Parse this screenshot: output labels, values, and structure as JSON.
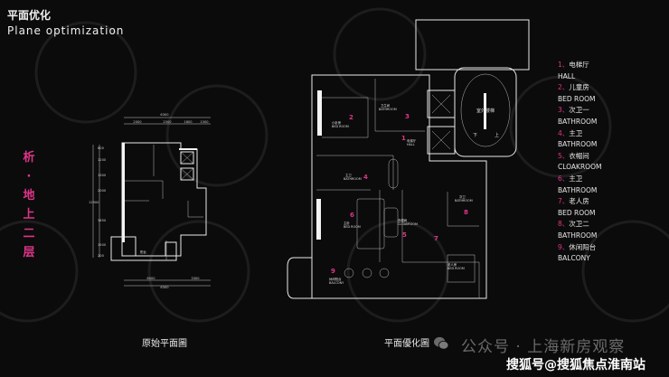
{
  "header": {
    "title_cn": "平面优化",
    "title_en": "Plane optimization"
  },
  "side_label": [
    "析",
    "·",
    "地",
    "上",
    "二",
    "层"
  ],
  "original_plan": {
    "caption": "原始平面圖",
    "dims_top": [
      "6300",
      "2000",
      "2500",
      "1800",
      "1500"
    ],
    "dims_bottom": [
      "6000",
      "3300",
      "6300"
    ],
    "dims_left": [
      "600",
      "1200",
      "1300",
      "2000",
      "12900",
      "3650",
      "1500",
      "200"
    ],
    "room_label": "阳台"
  },
  "optimized_plan": {
    "caption": "平面優化圖",
    "stair_label": "室外楼梯",
    "down": "下",
    "up": "上",
    "rooms": [
      {
        "num": "1",
        "cn": "电梯厅",
        "en": "HALL"
      },
      {
        "num": "2",
        "cn": "小卧房",
        "en": "BED ROOM"
      },
      {
        "num": "3",
        "cn": "卫生间",
        "en": "BATHROOM"
      },
      {
        "num": "4",
        "cn": "主卫",
        "en": "BATHROOM"
      },
      {
        "num": "5",
        "cn": "衣帽间",
        "en": "CLOAKROOM"
      },
      {
        "num": "6",
        "cn": "主卧",
        "en": "BED ROOM"
      },
      {
        "num": "7",
        "cn": "老人房",
        "en": "BED ROOM"
      },
      {
        "num": "8",
        "cn": "次卫",
        "en": "BATHROOM"
      },
      {
        "num": "9",
        "cn": "休闲阳台",
        "en": "BALCONY"
      }
    ]
  },
  "legend": [
    {
      "num": "1、",
      "cn": "电梯厅",
      "en": "HALL"
    },
    {
      "num": "2、",
      "cn": "儿童房",
      "en": "BED ROOM"
    },
    {
      "num": "3、",
      "cn": "次卫一",
      "en": "BATHROOM"
    },
    {
      "num": "4、",
      "cn": "主卫",
      "en": "BATHROOM"
    },
    {
      "num": "5、",
      "cn": "衣帽间",
      "en": "CLOAKROOM"
    },
    {
      "num": "6、",
      "cn": "主卫",
      "en": "BATHROOM"
    },
    {
      "num": "7、",
      "cn": "老人房",
      "en": "BED ROOM"
    },
    {
      "num": "8、",
      "cn": "次卫二",
      "en": "BATHROOM"
    },
    {
      "num": "9、",
      "cn": "休闲阳台",
      "en": "BALCONY"
    }
  ],
  "watermark": {
    "gray": "公众号 · 上海新房观察",
    "white": "搜狐号@搜狐焦点淮南站"
  },
  "colors": {
    "accent": "#e0348a",
    "background": "#0b0b0b"
  }
}
